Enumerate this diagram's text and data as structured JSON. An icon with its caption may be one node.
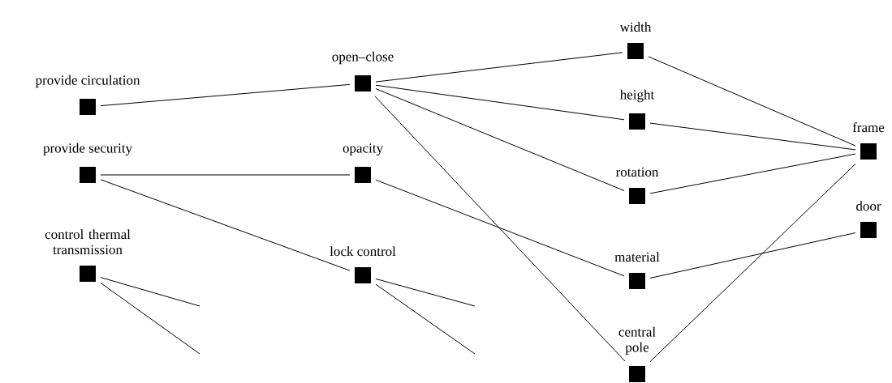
{
  "diagram": {
    "nodes": [
      {
        "text": [
          "provide circulation"
        ]
      },
      {
        "text": [
          "open–close"
        ]
      },
      {
        "text": [
          "width"
        ]
      },
      {
        "text": [
          "height"
        ]
      },
      {
        "text": [
          "frame"
        ]
      },
      {
        "text": [
          "provide security"
        ]
      },
      {
        "text": [
          "opacity"
        ]
      },
      {
        "text": [
          "rotation"
        ]
      },
      {
        "text": [
          "door"
        ]
      },
      {
        "text": [
          "control thermal transmission"
        ]
      },
      {
        "text": [
          "lock control"
        ]
      },
      {
        "text": [
          "material"
        ]
      },
      {
        "text": [
          "central pole"
        ]
      }
    ],
    "edges": [
      {
        "from": 0,
        "to": 1,
        "arrow": "none"
      },
      {
        "from": 1,
        "to": 2,
        "arrow": "none"
      },
      {
        "from": 1,
        "to": 3,
        "arrow": "none"
      },
      {
        "from": 1,
        "to": 7,
        "arrow": "none"
      },
      {
        "from": 1,
        "to": 12,
        "arrow": "none"
      },
      {
        "from": 5,
        "to": 6,
        "arrow": "none"
      },
      {
        "from": 5,
        "to": 10,
        "arrow": "none"
      },
      {
        "from": 6,
        "to": 11,
        "arrow": "none"
      },
      {
        "from": 2,
        "to": 4,
        "arrow": "none"
      },
      {
        "from": 3,
        "to": 4,
        "arrow": "none"
      },
      {
        "from": 7,
        "to": 4,
        "arrow": "none"
      },
      {
        "from": 12,
        "to": 4,
        "arrow": "none"
      },
      {
        "from": 11,
        "to": 8,
        "arrow": "none"
      },
      {
        "from": 9,
        "to": null,
        "arrow": "none"
      },
      {
        "from": 9,
        "to": null,
        "arrow": "none"
      },
      {
        "from": 10,
        "to": null,
        "arrow": "none"
      },
      {
        "from": 10,
        "to": null,
        "arrow": "none"
      }
    ]
  }
}
